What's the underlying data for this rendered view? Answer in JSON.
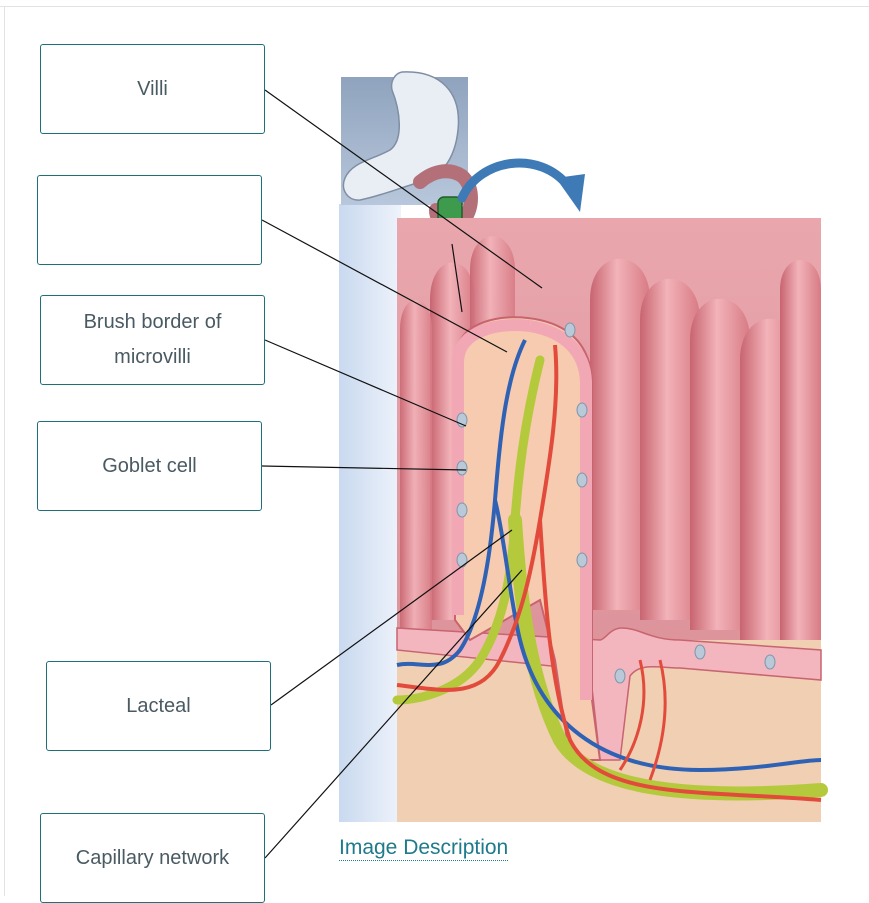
{
  "labels": [
    {
      "id": "villi",
      "text": "Villi"
    },
    {
      "id": "blank",
      "text": ""
    },
    {
      "id": "brush-border",
      "text": "Brush border of microvilli"
    },
    {
      "id": "goblet-cell",
      "text": "Goblet cell"
    },
    {
      "id": "lacteal",
      "text": "Lacteal"
    },
    {
      "id": "capillary-network",
      "text": "Capillary network"
    }
  ],
  "image_description_link": "Image Description",
  "colors": {
    "box_border": "#1f6f7a",
    "label_text": "#4a5a63",
    "link": "#1f7a8c",
    "villus_pink": "#e79aa2",
    "lacteal_green": "#b5c93c",
    "vein_blue": "#2f62b4",
    "artery_red": "#e24b3b",
    "tissue_tan": "#f0cfb2"
  }
}
